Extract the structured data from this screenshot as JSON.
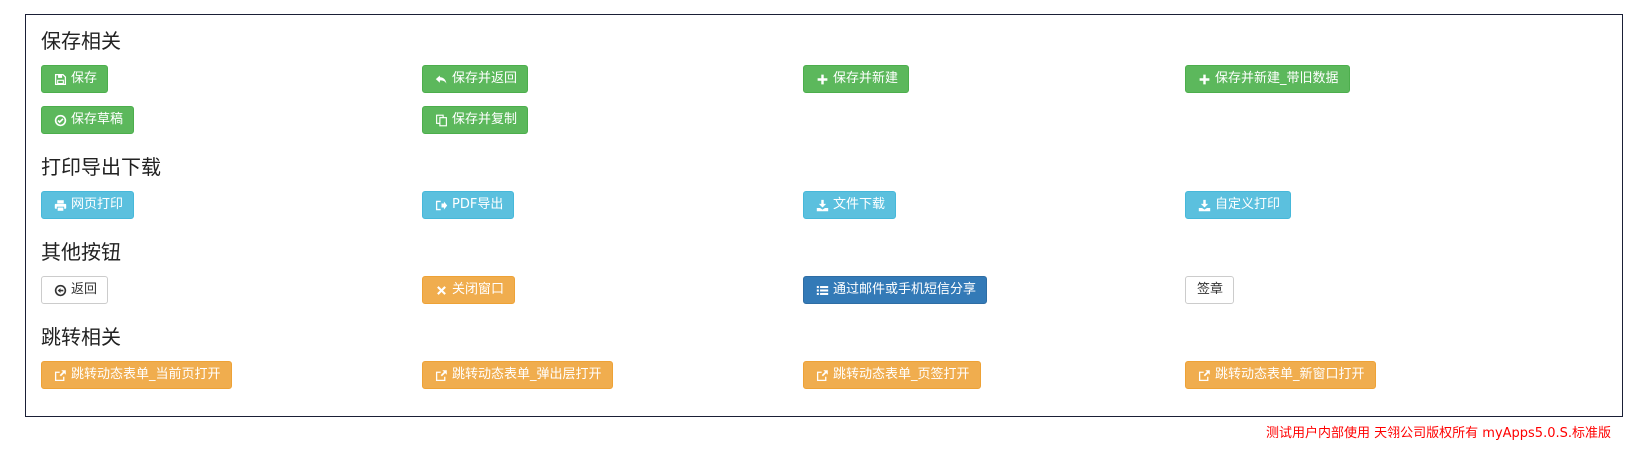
{
  "sections": {
    "save": {
      "title": "保存相关",
      "buttons": {
        "save": "保存",
        "save_return": "保存并返回",
        "save_new": "保存并新建",
        "save_new_with_old": "保存并新建_带旧数据",
        "save_draft": "保存草稿",
        "save_copy": "保存并复制"
      }
    },
    "print": {
      "title": "打印导出下载",
      "buttons": {
        "web_print": "网页打印",
        "pdf_export": "PDF导出",
        "file_download": "文件下载",
        "custom_print": "自定义打印"
      }
    },
    "other": {
      "title": "其他按钮",
      "buttons": {
        "back": "返回",
        "close_window": "关闭窗口",
        "share": "通过邮件或手机短信分享",
        "sign": "签章"
      }
    },
    "jump": {
      "title": "跳转相关",
      "buttons": {
        "current_page": "跳转动态表单_当前页打开",
        "popup_layer": "跳转动态表单_弹出层打开",
        "tab_page": "跳转动态表单_页签打开",
        "new_window": "跳转动态表单_新窗口打开"
      }
    }
  },
  "footer": {
    "text": "测试用户内部使用 天翎公司版权所有 myApps5.0.S.标准版"
  },
  "colors": {
    "success": "#5cb85c",
    "info": "#5bc0de",
    "warning": "#f0ad4e",
    "primary": "#337ab7",
    "footer_text": "#ff0000"
  },
  "icons": {
    "save": "floppy-icon",
    "save_return": "reply-icon",
    "save_new": "plus-icon",
    "save_draft": "check-circle-icon",
    "save_copy": "copy-icon",
    "web_print": "print-icon",
    "pdf_export": "export-icon",
    "file_download": "download-icon",
    "back": "arrow-circle-left-icon",
    "close_window": "close-icon",
    "share": "list-icon",
    "jump": "external-link-icon"
  }
}
